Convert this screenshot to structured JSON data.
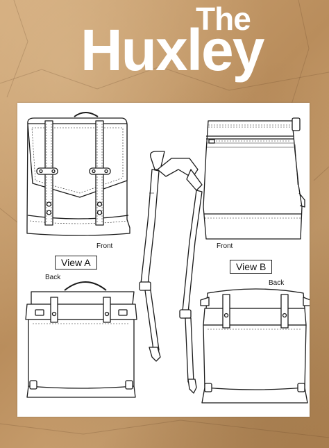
{
  "title": {
    "top": "The",
    "main": "Huxley"
  },
  "labels": {
    "view_a": "View A",
    "view_b": "View B",
    "front_a": "Front",
    "front_b": "Front",
    "back_a": "Back",
    "back_b": "Back"
  },
  "colors": {
    "background": "#c49a6a",
    "title": "#ffffff",
    "sheet": "#ffffff",
    "line": "#1a1a1a"
  }
}
